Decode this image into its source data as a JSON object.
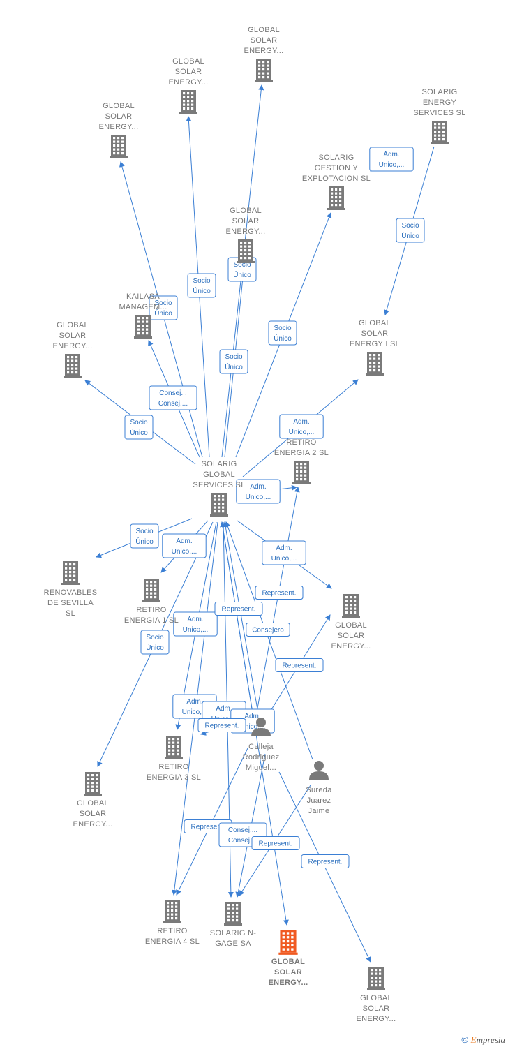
{
  "nodes": [
    {
      "id": "gse1",
      "label": [
        "GLOBAL",
        "SOLAR",
        "ENERGY..."
      ],
      "type": "company"
    },
    {
      "id": "gse2",
      "label": [
        "GLOBAL",
        "SOLAR",
        "ENERGY..."
      ],
      "type": "company"
    },
    {
      "id": "gse3",
      "label": [
        "GLOBAL",
        "SOLAR",
        "ENERGY..."
      ],
      "type": "company"
    },
    {
      "id": "ses",
      "label": [
        "SOLARIG",
        "ENERGY",
        "SERVICES  SL"
      ],
      "type": "company"
    },
    {
      "id": "sgyes",
      "label": [
        "SOLARIG",
        "GESTION Y",
        "EXPLOTACION SL"
      ],
      "type": "company"
    },
    {
      "id": "gse4",
      "label": [
        "GLOBAL",
        "SOLAR",
        "ENERGY..."
      ],
      "type": "company"
    },
    {
      "id": "kailasa",
      "label": [
        "KAILASA",
        "MANAGEM..."
      ],
      "type": "company"
    },
    {
      "id": "gse5",
      "label": [
        "GLOBAL",
        "SOLAR",
        "ENERGY..."
      ],
      "type": "company"
    },
    {
      "id": "gsei",
      "label": [
        "GLOBAL",
        "SOLAR",
        "ENERGY I  SL"
      ],
      "type": "company"
    },
    {
      "id": "re2",
      "label": [
        "RETIRO",
        "ENERGIA 2  SL"
      ],
      "type": "company"
    },
    {
      "id": "sgs",
      "label": [
        "SOLARIG",
        "GLOBAL",
        "SERVICES SL"
      ],
      "type": "company"
    },
    {
      "id": "rds",
      "label": [
        "RENOVABLES",
        "DE SEVILLA",
        "SL"
      ],
      "type": "company"
    },
    {
      "id": "re1",
      "label": [
        "RETIRO",
        "ENERGIA 1  SL"
      ],
      "type": "company"
    },
    {
      "id": "gse6",
      "label": [
        "GLOBAL",
        "SOLAR",
        "ENERGY..."
      ],
      "type": "company"
    },
    {
      "id": "calleja",
      "label": [
        "Calleja",
        "Rodriguez",
        "Miguel..."
      ],
      "type": "person"
    },
    {
      "id": "re3",
      "label": [
        "RETIRO",
        "ENERGIA 3  SL"
      ],
      "type": "company"
    },
    {
      "id": "sureda",
      "label": [
        "Sureda",
        "Juarez",
        "Jaime"
      ],
      "type": "person"
    },
    {
      "id": "gse7",
      "label": [
        "GLOBAL",
        "SOLAR",
        "ENERGY..."
      ],
      "type": "company"
    },
    {
      "id": "re4",
      "label": [
        "RETIRO",
        "ENERGIA 4  SL"
      ],
      "type": "company"
    },
    {
      "id": "sngage",
      "label": [
        "SOLARIG N-",
        "GAGE SA"
      ],
      "type": "company"
    },
    {
      "id": "main",
      "label": [
        "GLOBAL",
        "SOLAR",
        "ENERGY..."
      ],
      "type": "focus"
    },
    {
      "id": "gse8",
      "label": [
        "GLOBAL",
        "SOLAR",
        "ENERGY..."
      ],
      "type": "company"
    }
  ],
  "edges": [
    {
      "from": "sgs",
      "to": "gse1",
      "label": [
        "Socio",
        "Único"
      ]
    },
    {
      "from": "sgs",
      "to": "gse2",
      "label": [
        "Socio",
        "Único"
      ]
    },
    {
      "from": "sgs",
      "to": "gse3",
      "label": [
        "Socio",
        "Único"
      ]
    },
    {
      "from": "sgs",
      "to": "sgyes",
      "label": [
        "Socio",
        "Único"
      ]
    },
    {
      "from": "sgs",
      "to": "gse4",
      "label": [
        "Socio",
        "Único"
      ]
    },
    {
      "from": "sgs",
      "to": "kailasa",
      "label": [
        "Consej. .",
        "Consej...."
      ]
    },
    {
      "from": "sgs",
      "to": "gse5",
      "label": [
        "Socio",
        "Único"
      ]
    },
    {
      "from": "sgs",
      "to": "gsei",
      "label": [
        "Adm.",
        "Unico,..."
      ]
    },
    {
      "from": "sgs",
      "to": "re2",
      "label": [
        "Adm.",
        "Unico,..."
      ]
    },
    {
      "from": "ses",
      "to": "sgyes",
      "label": [
        "Adm.",
        "Unico,..."
      ]
    },
    {
      "from": "ses",
      "to": "gsei",
      "label": [
        "Socio",
        "Único"
      ]
    },
    {
      "from": "sgs",
      "to": "rds",
      "label": [
        "Socio",
        "Único"
      ]
    },
    {
      "from": "sgs",
      "to": "re1",
      "label": [
        "Adm.",
        "Unico,..."
      ]
    },
    {
      "from": "sgs",
      "to": "gse6",
      "label": [
        "Adm.",
        "Unico,..."
      ]
    },
    {
      "from": "sgs",
      "to": "gse7",
      "label": [
        "Socio",
        "Único"
      ]
    },
    {
      "from": "sgs",
      "to": "re3",
      "label": [
        "Adm.",
        "Unico,..."
      ]
    },
    {
      "from": "sgs",
      "to": "re4",
      "label": [
        "Adm.",
        "Unico,..."
      ]
    },
    {
      "from": "sgs",
      "to": "sngage",
      "label": [
        "Adm.",
        "Unico,..."
      ]
    },
    {
      "from": "sgs",
      "to": "main",
      "label": [
        "Adm.",
        "Unico,..."
      ]
    },
    {
      "from": "calleja",
      "to": "sgs",
      "label": [
        "Represent."
      ]
    },
    {
      "from": "calleja",
      "to": "sgs",
      "label": [
        "Consejero"
      ]
    },
    {
      "from": "sureda",
      "to": "sgs",
      "label": [
        "Represent."
      ]
    },
    {
      "from": "calleja",
      "to": "re2",
      "label": [
        "Represent."
      ]
    },
    {
      "from": "calleja",
      "to": "gse6",
      "label": [
        "Represent."
      ]
    },
    {
      "from": "calleja",
      "to": "re3",
      "label": [
        "Represent."
      ]
    },
    {
      "from": "calleja",
      "to": "re4",
      "label": [
        "Represent."
      ]
    },
    {
      "from": "calleja",
      "to": "sngage",
      "label": [
        "Consej....",
        "Consej...."
      ]
    },
    {
      "from": "sureda",
      "to": "sngage",
      "label": [
        "Represent."
      ]
    },
    {
      "from": "calleja",
      "to": "gse8",
      "label": [
        "Represent."
      ]
    }
  ],
  "footer": {
    "copyright": "©",
    "brand_initial": "E",
    "brand_rest": "mpresia"
  },
  "colors": {
    "edge": "#3b7fd4",
    "node": "#7a7a7a",
    "focus": "#f05a22",
    "label_box_border": "#3b7fd4"
  }
}
